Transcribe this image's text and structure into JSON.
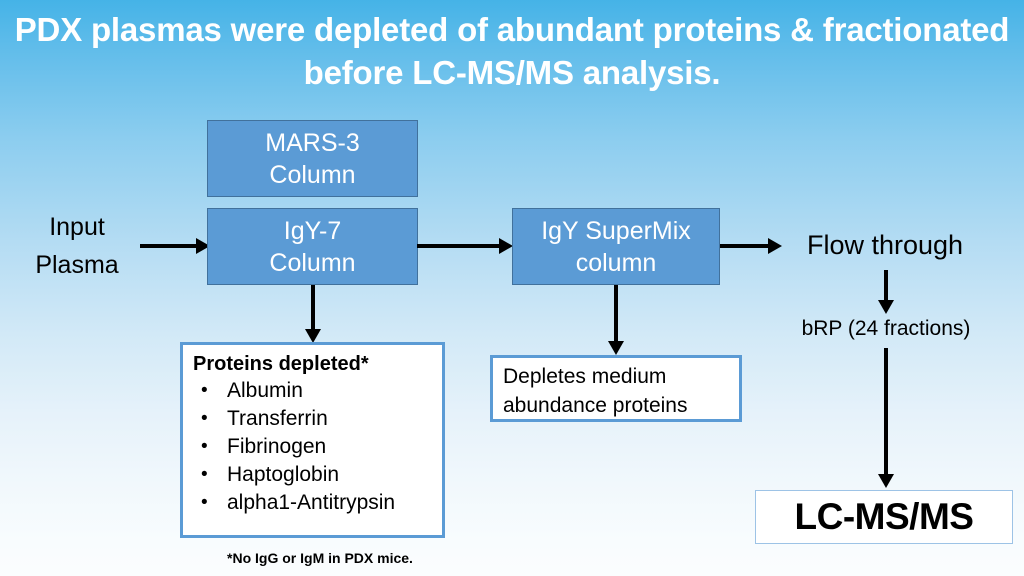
{
  "slide": {
    "title": "PDX plasmas were depleted of abundant proteins & fractionated before LC-MS/MS analysis.",
    "background_top_color": "#45b3e7",
    "background_bottom_color": "#fbfdfe"
  },
  "colors": {
    "process_box_fill": "#5b9bd5",
    "process_box_border": "#41719c",
    "process_box_text": "#ffffff",
    "callout_border": "#5b9bd5",
    "callout_fill": "#ffffff",
    "lcmsms_border": "#9dc3e6",
    "arrow": "#000000",
    "title_text": "#ffffff",
    "body_text": "#000000"
  },
  "diagram": {
    "input_label": "Input\nPlasma",
    "input_label_lines": [
      "Input",
      "Plasma"
    ],
    "boxes": {
      "mars3": {
        "line1": "MARS-3",
        "line2": "Column"
      },
      "igy7": {
        "line1": "IgY-7",
        "line2": "Column"
      },
      "supermix": {
        "line1": "IgY SuperMix",
        "line2": "column"
      }
    },
    "flow_through_label": "Flow through",
    "brp_label": "bRP (24 fractions)",
    "lcmsms_label": "LC-MS/MS",
    "proteins_callout": {
      "heading": "Proteins depleted*",
      "items": [
        "Albumin",
        "Transferrin",
        "Fibrinogen",
        "Haptoglobin",
        "alpha1-Antitrypsin"
      ]
    },
    "depletes_callout": {
      "line1": "Depletes medium",
      "line2": "abundance proteins"
    },
    "footnote": "*No IgG or IgM in PDX mice.",
    "arrows": [
      {
        "name": "input-to-igy7",
        "direction": "right"
      },
      {
        "name": "igy7-to-supermix",
        "direction": "right"
      },
      {
        "name": "supermix-to-flowthrough",
        "direction": "right"
      },
      {
        "name": "igy7-to-proteins",
        "direction": "down"
      },
      {
        "name": "supermix-to-depletes",
        "direction": "down"
      },
      {
        "name": "flowthrough-to-brp",
        "direction": "down"
      },
      {
        "name": "brp-to-lcmsms",
        "direction": "down"
      }
    ]
  }
}
